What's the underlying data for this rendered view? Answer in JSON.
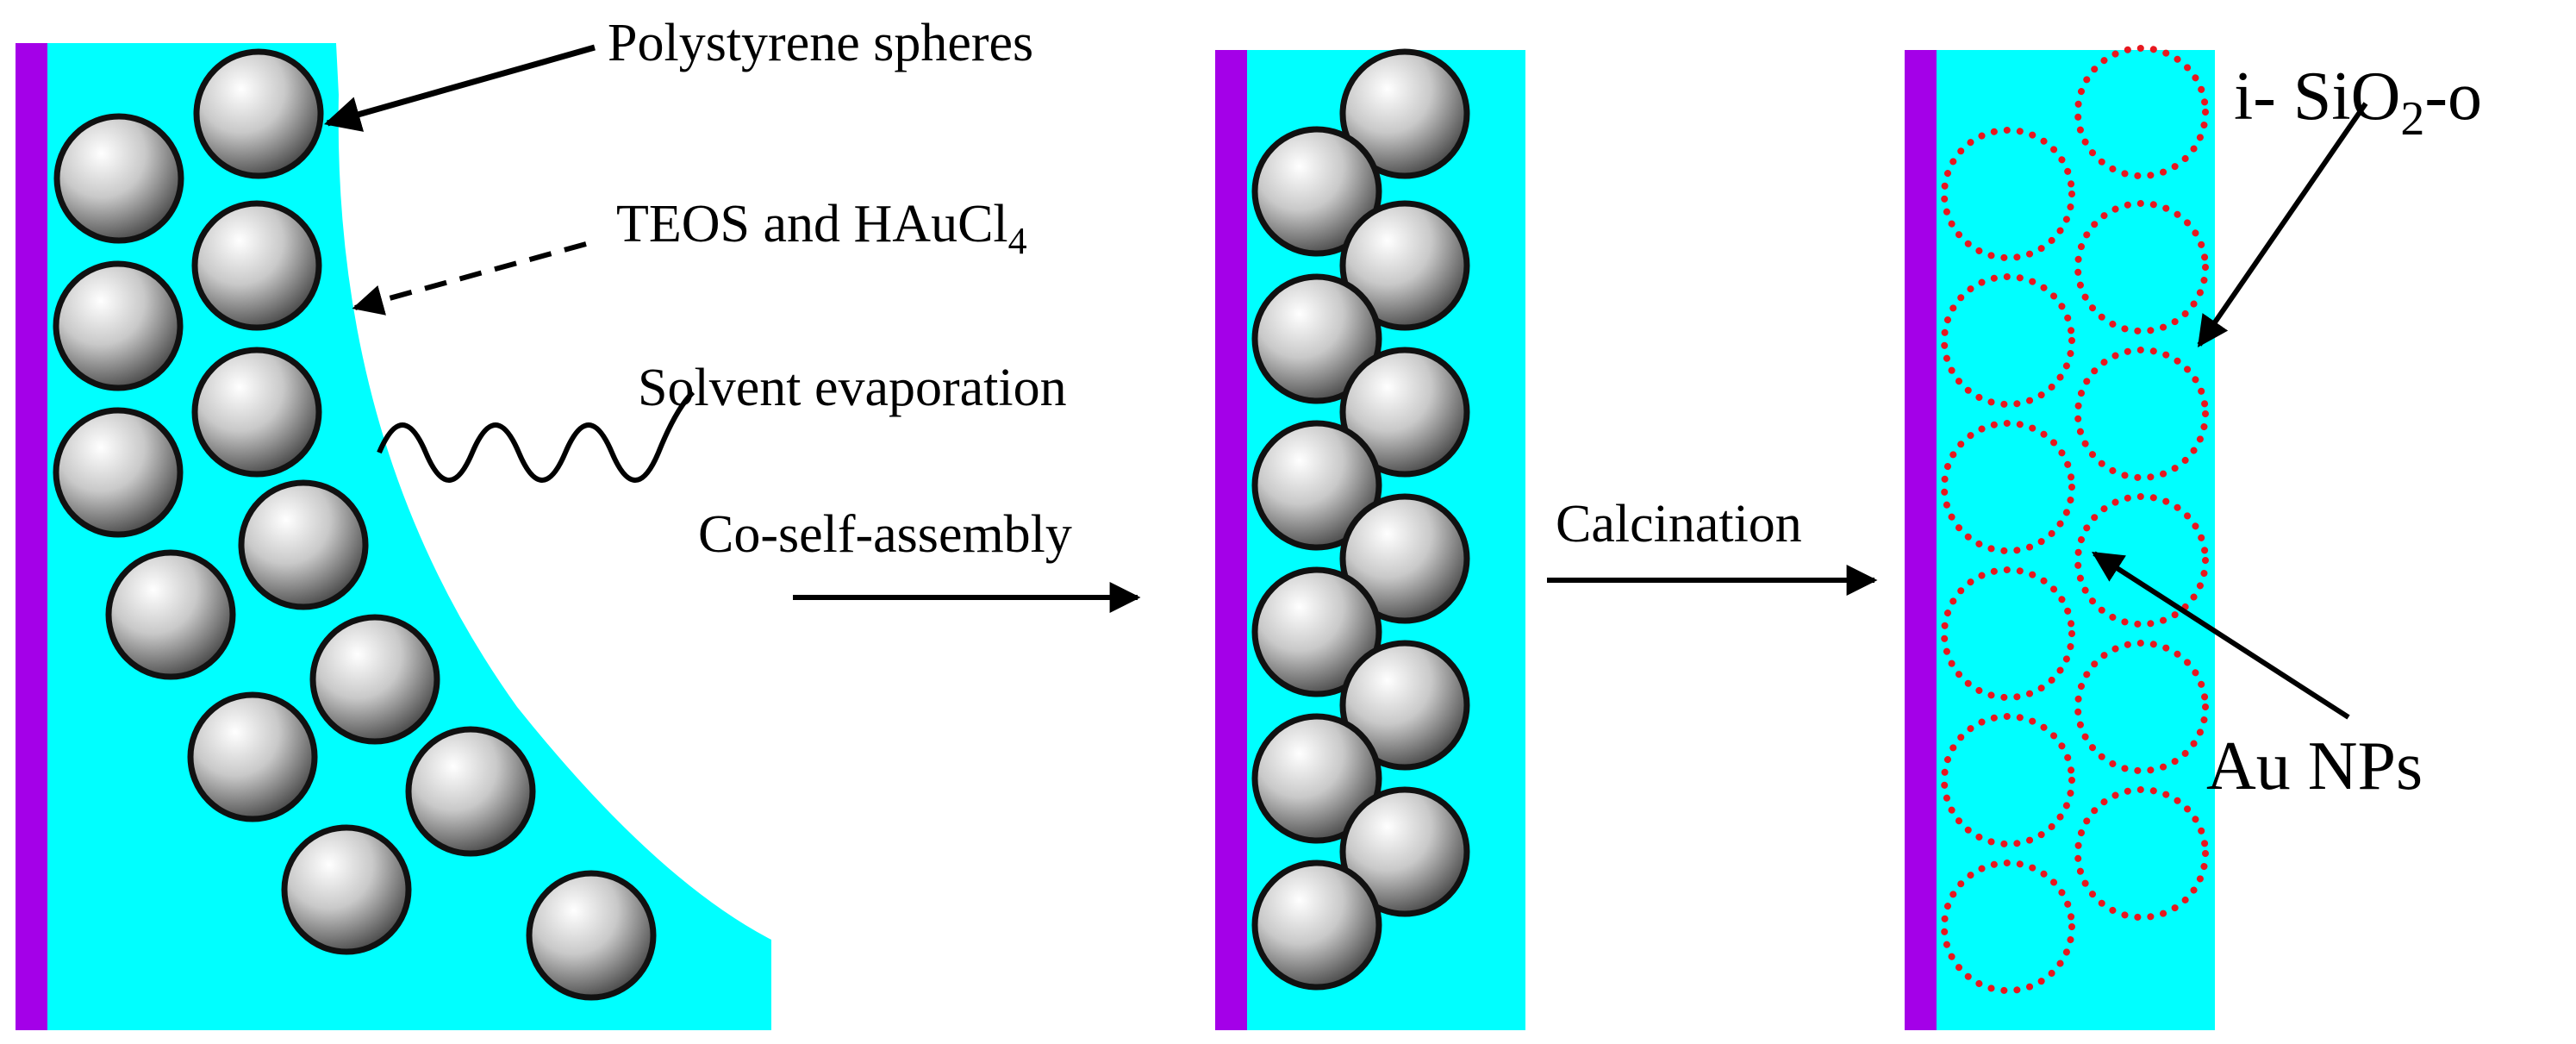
{
  "labels": {
    "polystyrene": "Polystyrene spheres",
    "teos_prefix": "TEOS and HAuCl",
    "teos_sub": "4",
    "solvent": "Solvent evaporation",
    "coassembly": "Co-self-assembly",
    "calcination": "Calcination",
    "isio_prefix": "i- SiO",
    "isio_sub": "2",
    "isio_suffix": "-o",
    "au": "Au NPs"
  },
  "colors": {
    "solution": "#00FFFF",
    "substrate": "#A400E8",
    "sphere_outline": "#111111",
    "nanoparticle": "#E8171E"
  }
}
